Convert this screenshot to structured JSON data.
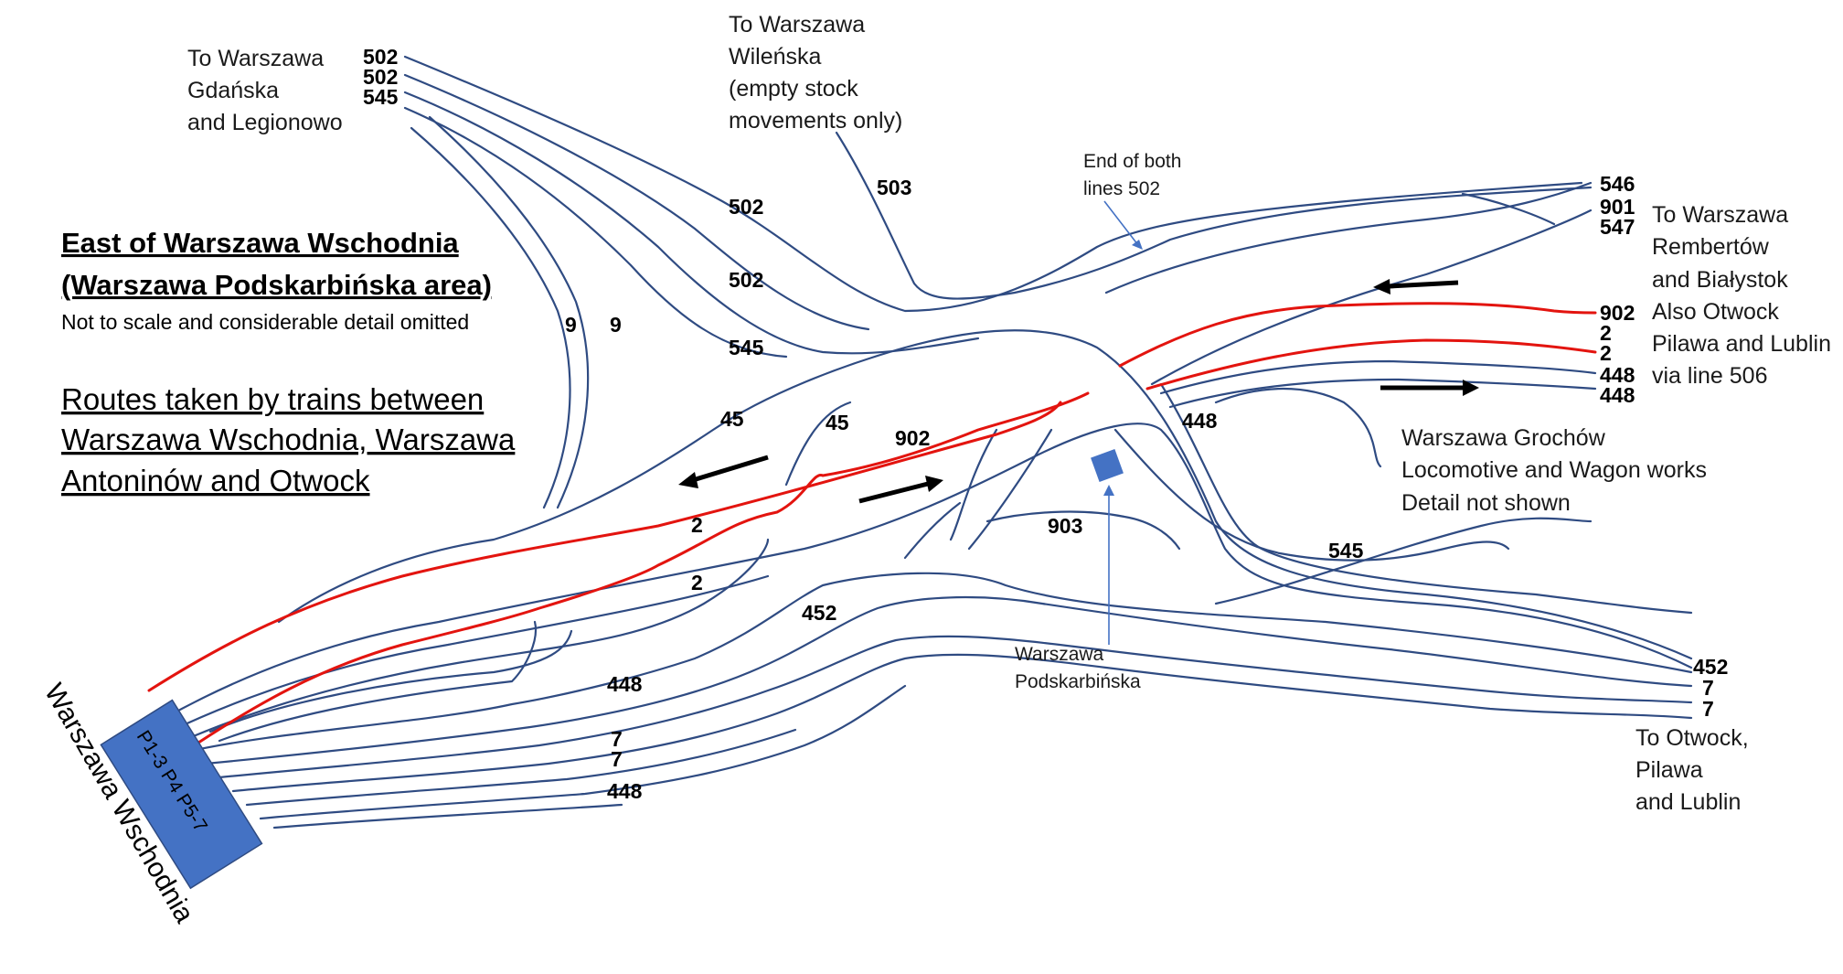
{
  "title": "East of Warszawa Wschodnia",
  "subtitle": "(Warszawa Podskarbińska area)",
  "note": "Not to scale and considerable detail omitted",
  "routes_heading": [
    "Routes taken by trains between ",
    "Warszawa Wschodnia, Warszawa",
    "Antoninów and Otwock"
  ],
  "destinations": {
    "gdanska": [
      "To Warszawa",
      "Gdańska",
      "and Legionowo"
    ],
    "wilenska": [
      "To Warszawa",
      "Wileńska",
      "(empty stock",
      "movements only)"
    ],
    "rembertow": [
      "To Warszawa",
      "Rembertów",
      "and Białystok",
      "Also Otwock",
      "Pilawa and Lublin",
      "via line 506"
    ],
    "otwock": [
      "To Otwock,",
      "Pilawa",
      "and Lublin"
    ]
  },
  "annotations": {
    "end_502": [
      "End of both",
      "lines 502"
    ],
    "grochow": [
      "Warszawa Grochów",
      "Locomotive and Wagon works",
      "Detail not shown"
    ],
    "podskarbinska": [
      "Warszawa",
      "Podskarbińska"
    ]
  },
  "station": {
    "name": "Warszawa Wschodnia",
    "platforms": "P1-3   P4   P5-7",
    "color": "#4472c4"
  },
  "colors": {
    "track": "#2f4b82",
    "highlighted_route": "#e3140f",
    "pointer": "#4472c4"
  },
  "line_numbers": {
    "gdanska_stack": [
      "502",
      "502",
      "545"
    ],
    "rembertow_stack": [
      "546",
      "901",
      "547",
      "902",
      "2",
      "2",
      "448",
      "448"
    ],
    "otwock_stack": [
      "452",
      "7",
      "7"
    ],
    "inline": {
      "l503": "503",
      "l502a": "502",
      "l502b": "502",
      "l545a": "545",
      "l9a": "9",
      "l9b": "9",
      "l45a": "45",
      "l45b": "45",
      "l902": "902",
      "l2a": "2",
      "l2b": "2",
      "l903": "903",
      "l448a": "448",
      "l545b": "545",
      "l452": "452",
      "l448b": "448",
      "l7a": "7",
      "l7b": "7",
      "l448c": "448"
    }
  }
}
